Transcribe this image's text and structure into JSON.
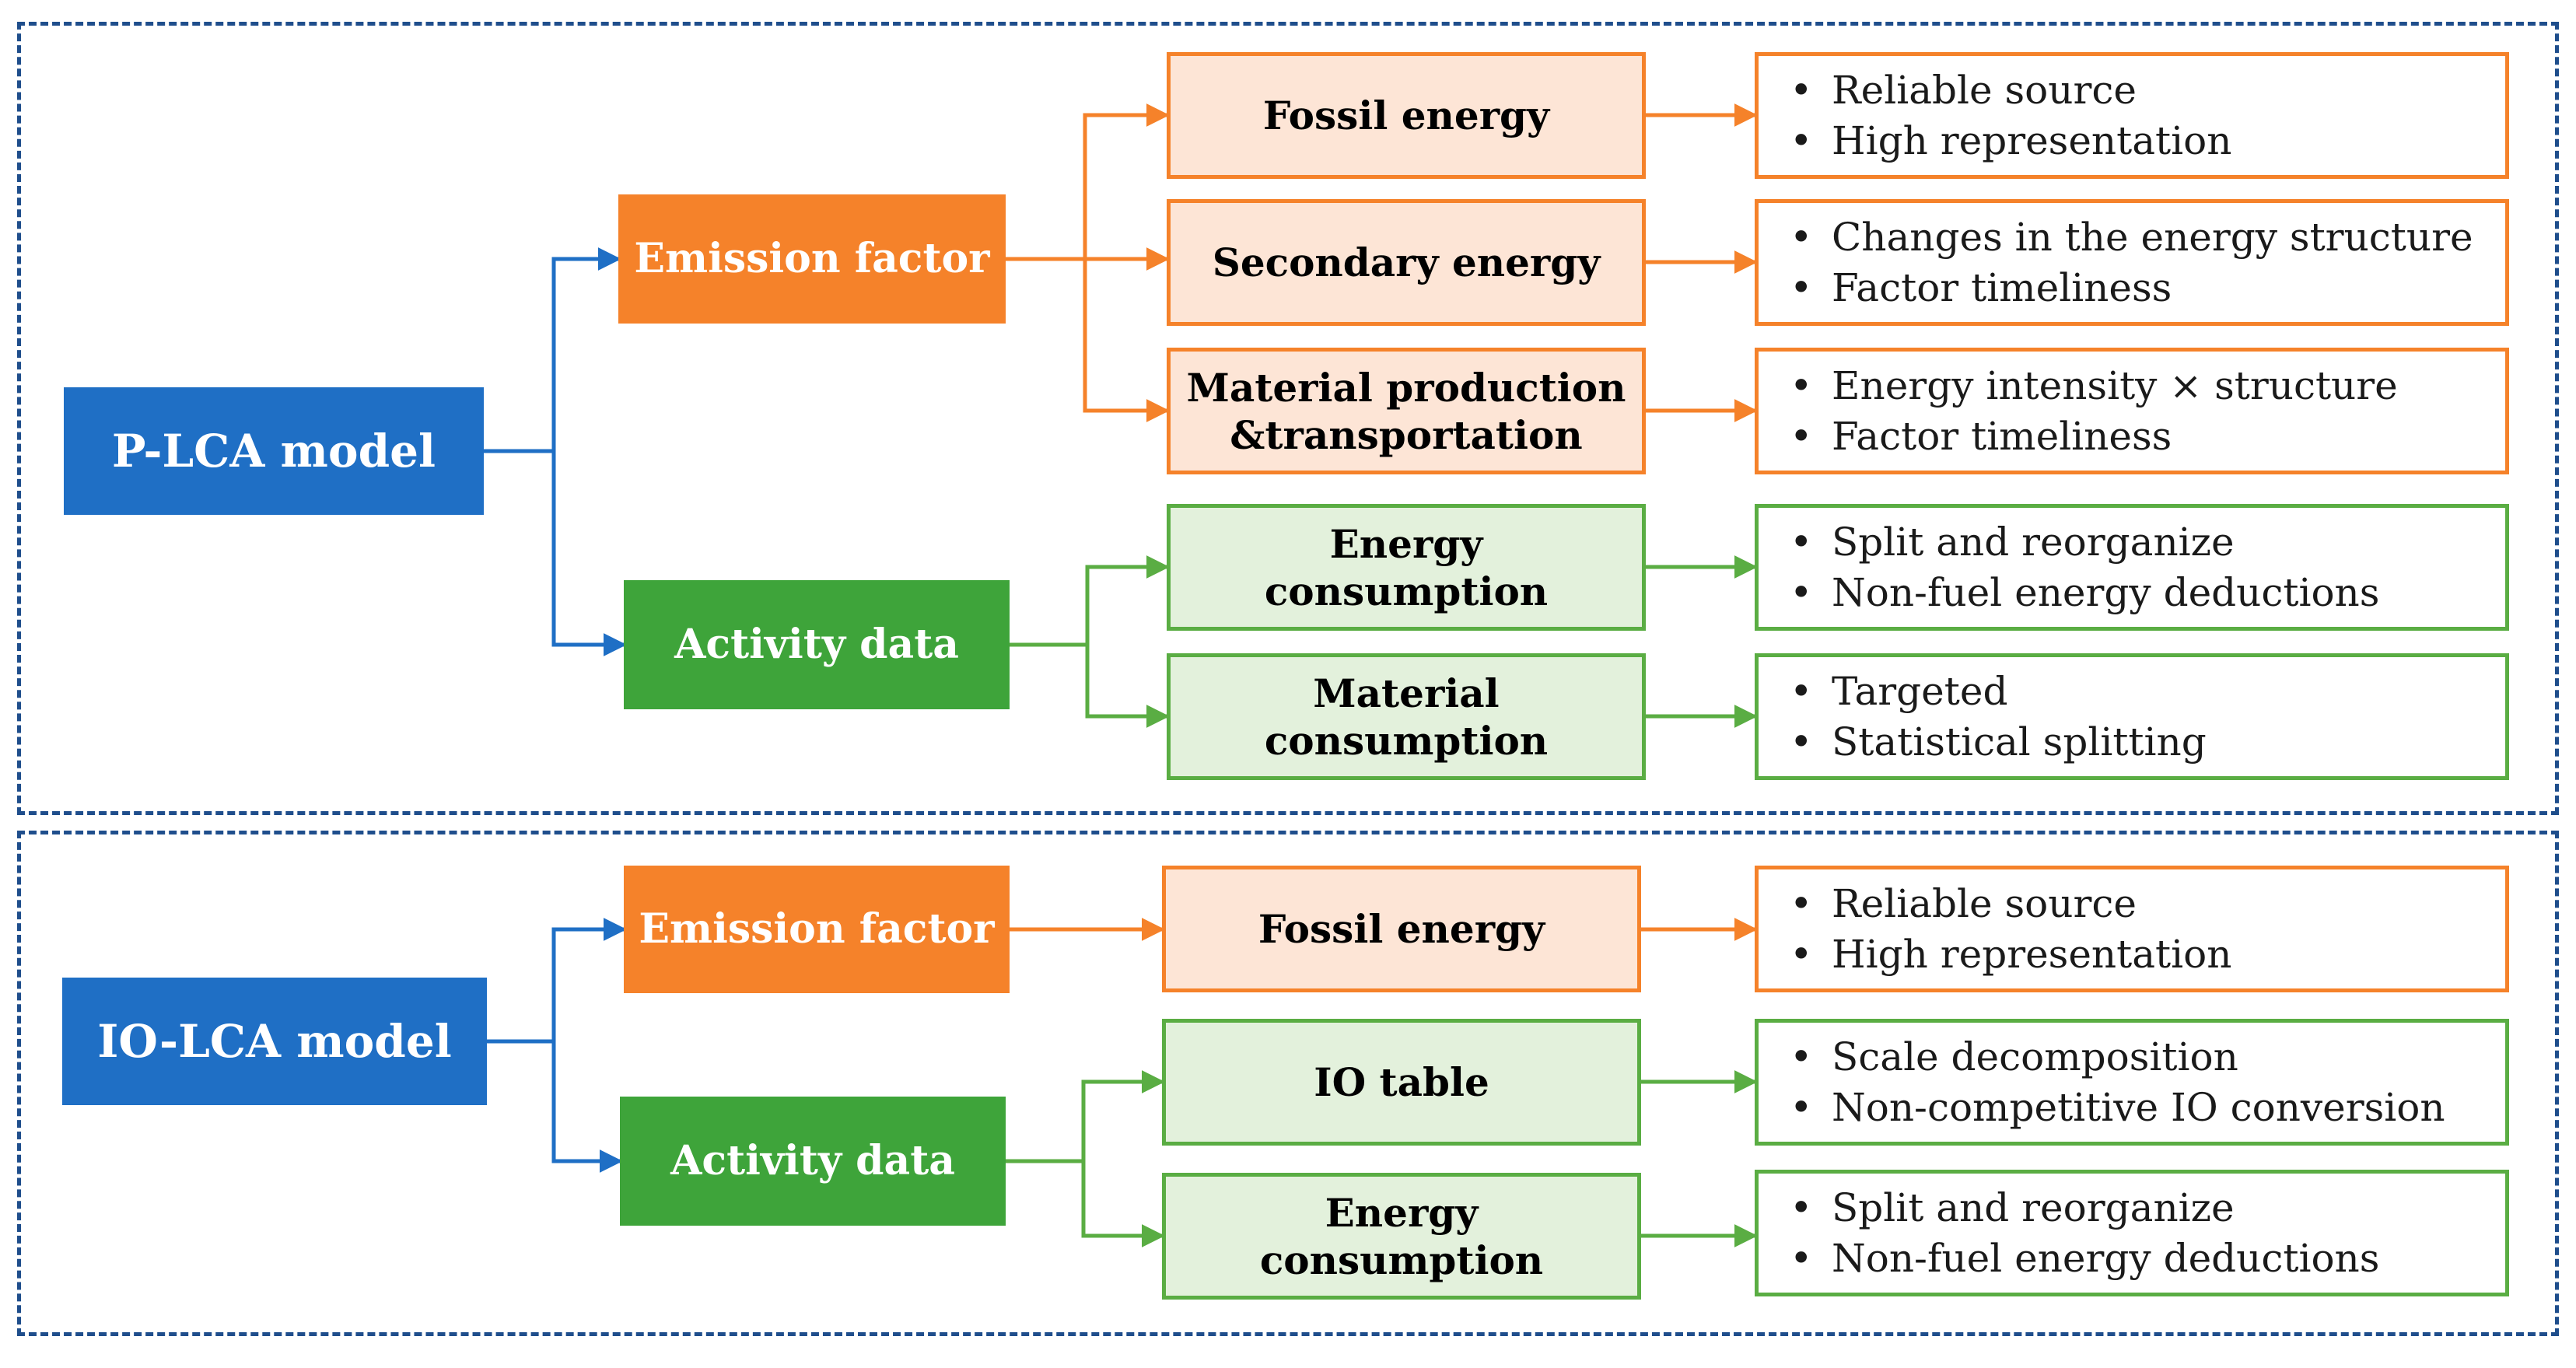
{
  "colors": {
    "panel_border": "#1f4e8c",
    "model_blue": "#1f6fc5",
    "emission_orange": "#f5822a",
    "emission_fill": "#fde5d6",
    "activity_green": "#3ea43a",
    "activity_border": "#5aad43",
    "activity_fill": "#e3f1dc"
  },
  "plca": {
    "model": "P-LCA model",
    "emission_factor": "Emission factor",
    "activity_data": "Activity data",
    "fossil": {
      "label": "Fossil energy",
      "points": [
        "Reliable source",
        "High representation"
      ]
    },
    "secondary": {
      "label": "Secondary energy",
      "points": [
        "Changes in the energy structure",
        "Factor timeliness"
      ]
    },
    "material_prod": {
      "label": "Material production\n&transportation",
      "points": [
        "Energy intensity × structure",
        "Factor timeliness"
      ]
    },
    "energy_cons": {
      "label": "Energy\nconsumption",
      "points": [
        "Split and reorganize",
        "Non-fuel energy deductions"
      ]
    },
    "material_cons": {
      "label": "Material\nconsumption",
      "points": [
        "Targeted",
        "Statistical splitting"
      ]
    }
  },
  "iolca": {
    "model": "IO-LCA model",
    "emission_factor": "Emission factor",
    "activity_data": "Activity data",
    "fossil": {
      "label": "Fossil energy",
      "points": [
        "Reliable source",
        "High representation"
      ]
    },
    "io_table": {
      "label": "IO table",
      "points": [
        "Scale decomposition",
        "Non-competitive IO conversion"
      ]
    },
    "energy_cons": {
      "label": "Energy\nconsumption",
      "points": [
        "Split and reorganize",
        "Non-fuel energy deductions"
      ]
    }
  }
}
